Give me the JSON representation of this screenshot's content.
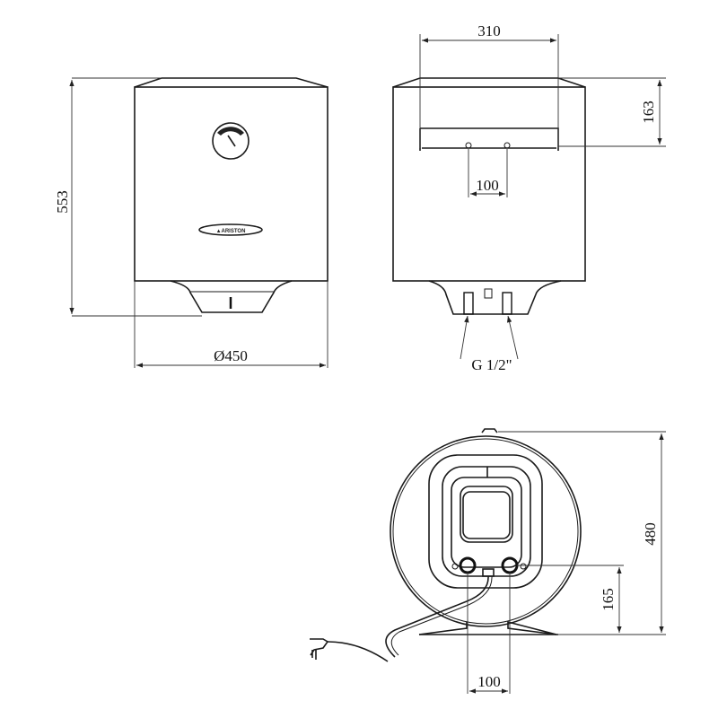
{
  "drawing": {
    "front_view": {
      "height_dim": "553",
      "diameter_dim": "Ø450",
      "logo_text": "ARISTON"
    },
    "side_view": {
      "bracket_width_dim": "310",
      "bracket_height_dim": "163",
      "pipe_spacing_dim": "100",
      "thread_label": "G 1/2\""
    },
    "bottom_view": {
      "overall_height_dim": "480",
      "pipe_height_dim": "165",
      "pipe_spacing_dim": "100"
    }
  }
}
